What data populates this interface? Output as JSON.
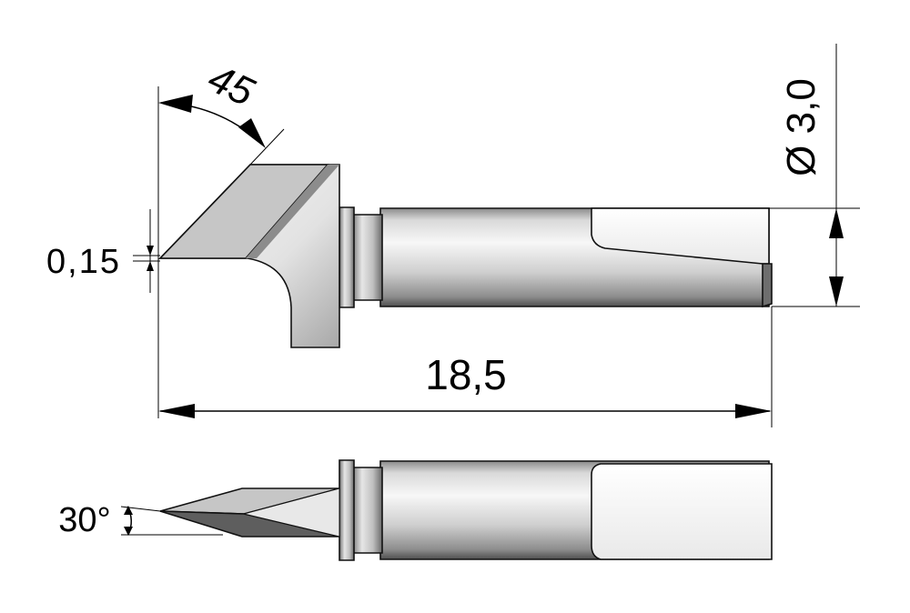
{
  "drawing": {
    "dimensions": {
      "angle_top": "45",
      "diameter": "Ø 3,0",
      "tip_width": "0,15",
      "length": "18,5",
      "angle_side": "30°"
    },
    "colors": {
      "line": "#000000",
      "metal_light": "#f4f4f4",
      "metal_mid": "#bdbdbd",
      "metal_dark": "#555555",
      "bevel_face": "#c6c6c6",
      "bevel_dark": "#6a6a6a"
    }
  }
}
